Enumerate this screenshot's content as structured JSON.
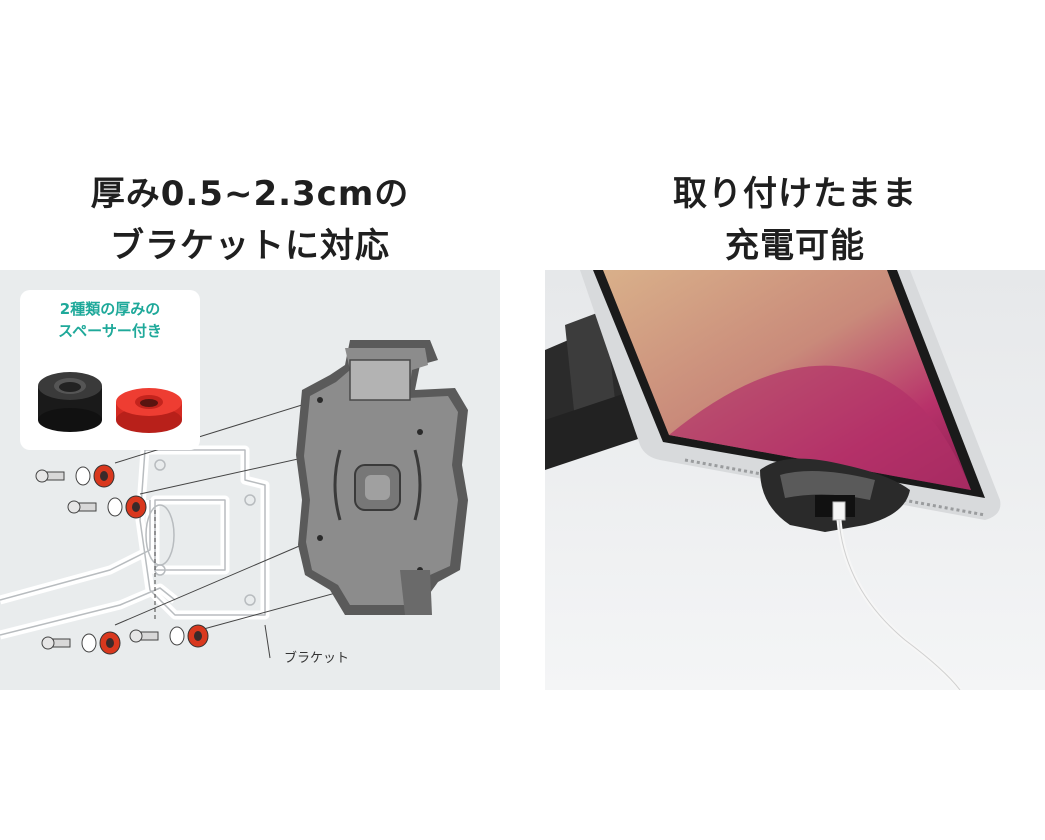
{
  "left": {
    "heading_line1": "厚み0.5~2.3cmの",
    "heading_line2": "ブラケットに対応",
    "spacer_caption_line1": "2種類の厚みの",
    "spacer_caption_line2": "スペーサー付き",
    "bracket_label": "ブラケット"
  },
  "right": {
    "heading_line1": "取り付けたまま",
    "heading_line2": "充電可能"
  },
  "colors": {
    "accent_teal": "#1fa99a",
    "spacer_red": "#e0302a",
    "spacer_black": "#1e1e1e",
    "panel_bg": "#e9eced"
  }
}
